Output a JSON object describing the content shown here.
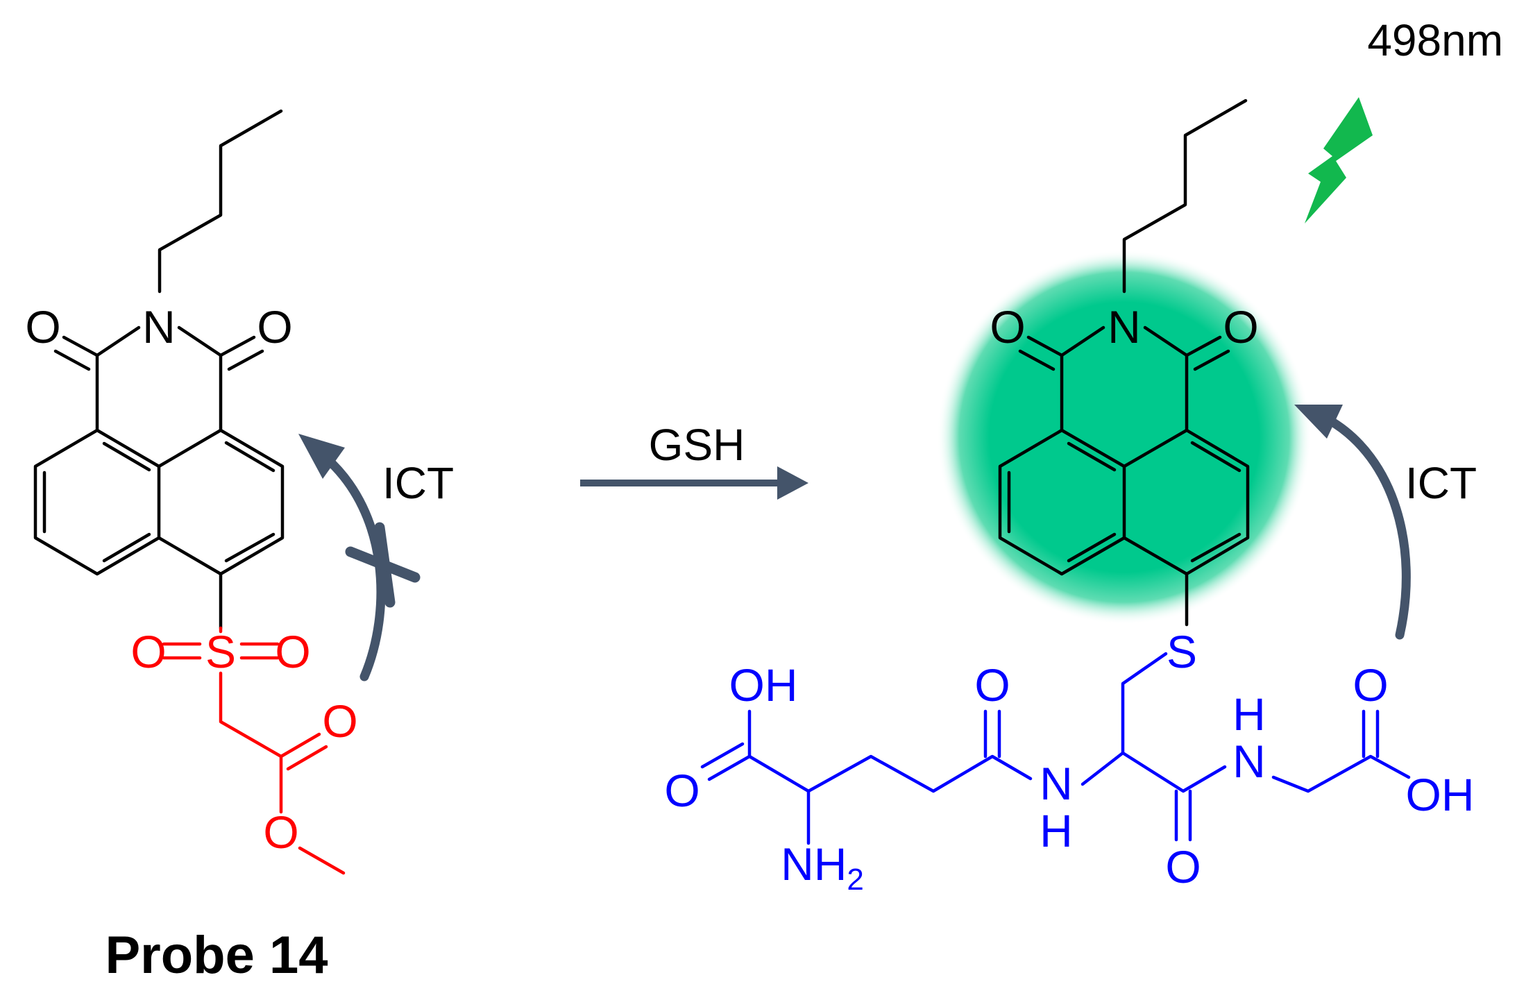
{
  "colors": {
    "scaffold": "#000000",
    "leaving_group": "#ff0000",
    "glutathione": "#0000ff",
    "arrow": "#44546a",
    "glow": "#00c98d",
    "bolt": "#12b84e"
  },
  "reagent": "GSH",
  "emission": "498nm",
  "ict_left": "ICT",
  "ict_right": "ICT",
  "probe_name": "Probe 14",
  "atoms": {
    "o": "O",
    "n": "N",
    "s": "S",
    "oh": "OH",
    "h": "H",
    "nh2_main": "NH",
    "nh2_sub": "2"
  },
  "icons": {
    "blocked_arrow": "curved-arrow-with-cross-icon",
    "ict_arrow": "curved-arrow-icon",
    "reaction_arrow": "right-arrow-icon",
    "emission": "lightning-bolt-icon"
  }
}
